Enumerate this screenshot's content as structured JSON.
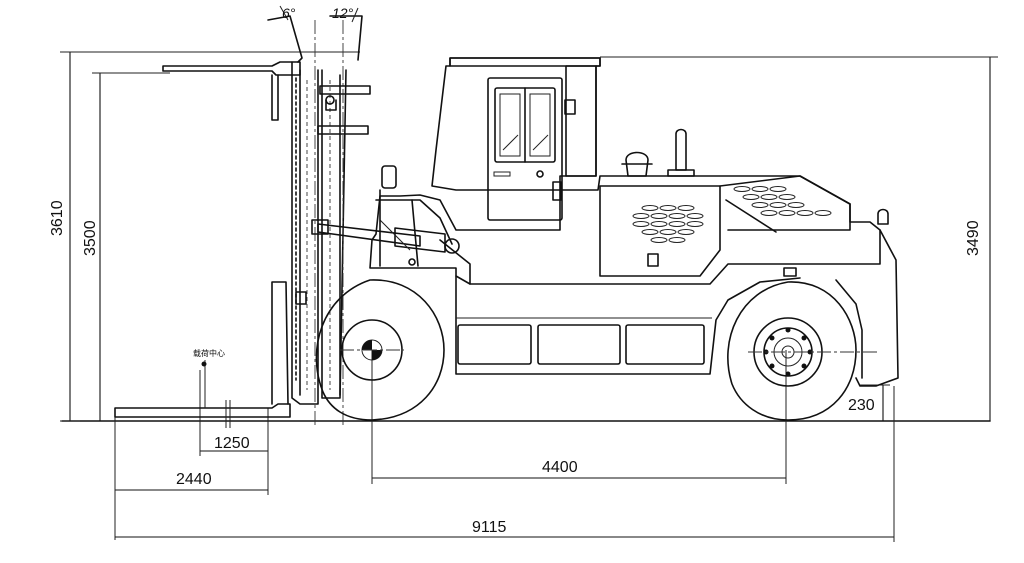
{
  "drawing": {
    "angles": {
      "tilt_back": "6°",
      "tilt_forward": "12°"
    },
    "dimensions": {
      "overall_height": "3610",
      "lift_height": "3500",
      "cab_height": "3490",
      "ground_clearance": "230",
      "load_center": "1250",
      "fork_length": "2440",
      "wheelbase": "4400",
      "overall_length": "9115"
    },
    "load_center_label": "载荷中心"
  }
}
